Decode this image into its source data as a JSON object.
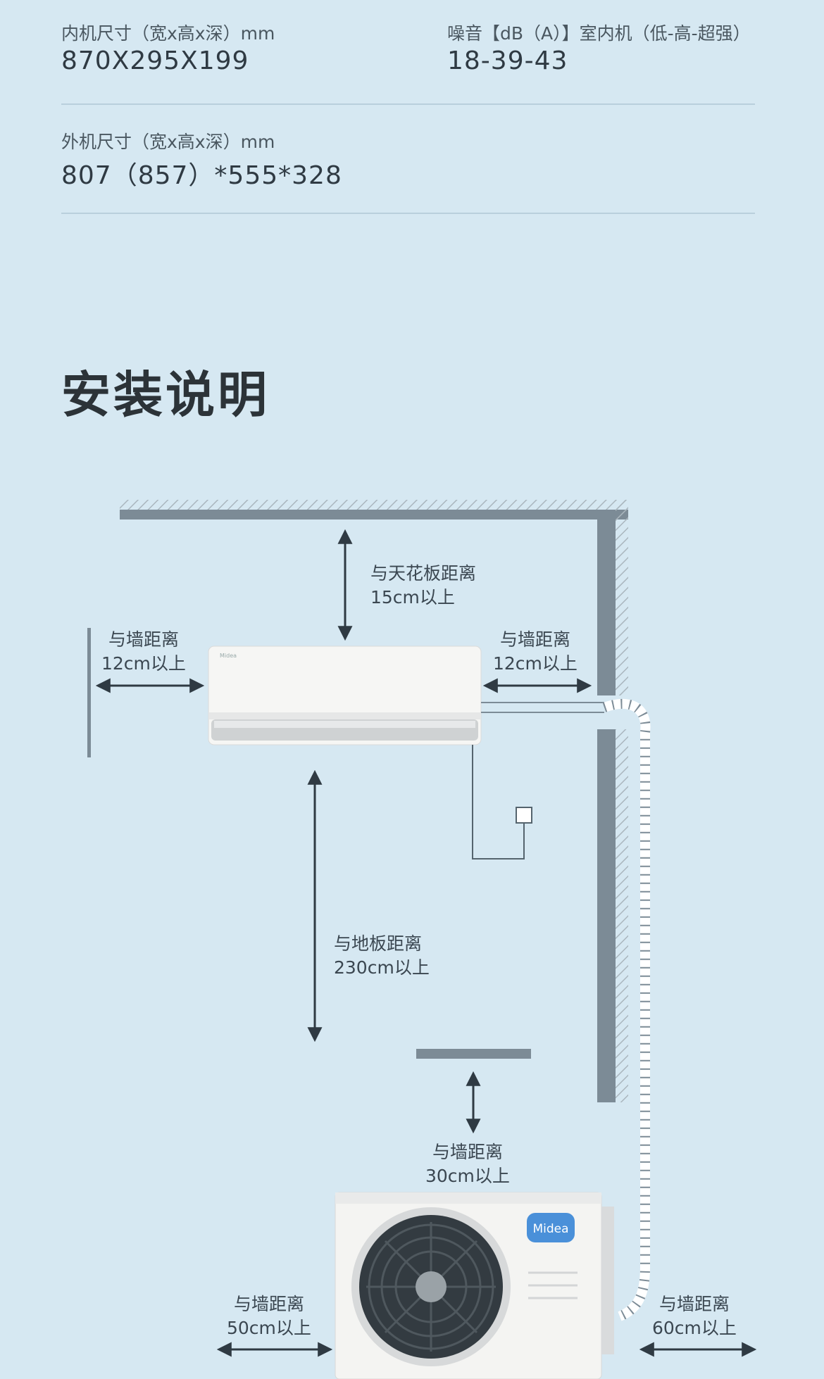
{
  "specs": {
    "indoor_size_label": "内机尺寸（宽x高x深）mm",
    "indoor_size_value": "870X295X199",
    "noise_label": "噪音【dB（A）】室内机（低-高-超强）",
    "noise_value": "18-39-43",
    "outdoor_size_label": "外机尺寸（宽x高x深）mm",
    "outdoor_size_value": "807（857）*555*328"
  },
  "section_title": "安装说明",
  "diagram": {
    "ceiling": {
      "line1": "与天花板距离",
      "line2": "15cm以上"
    },
    "left_wall": {
      "line1": "与墙距离",
      "line2": "12cm以上"
    },
    "right_wall": {
      "line1": "与墙距离",
      "line2": "12cm以上"
    },
    "floor": {
      "line1": "与地板距离",
      "line2": "230cm以上"
    },
    "outdoor_back": {
      "line1": "与墙距离",
      "line2": "30cm以上"
    },
    "outdoor_left": {
      "line1": "与墙距离",
      "line2": "50cm以上"
    },
    "outdoor_right": {
      "line1": "与墙距离",
      "line2": "60cm以上"
    },
    "brand_logo": "Midea"
  },
  "colors": {
    "background": "#d6e8f2",
    "wall": "#7c8b96",
    "arrow": "#2f3a43",
    "unit_body": "#f4f4f2"
  }
}
